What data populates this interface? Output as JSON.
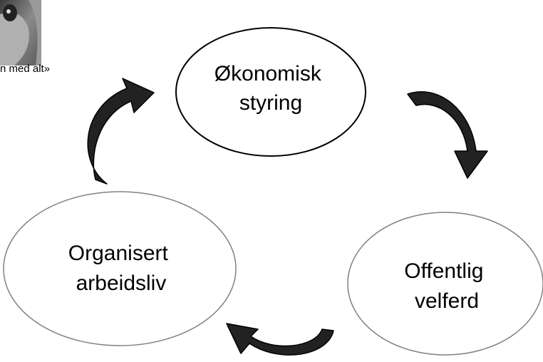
{
  "photo_caption": "n med alt»",
  "nodes": [
    {
      "id": "okonomisk",
      "lines": [
        "Økonomisk",
        "styring"
      ]
    },
    {
      "id": "offentlig",
      "lines": [
        "Offentlig",
        "velferd"
      ]
    },
    {
      "id": "organisert",
      "lines": [
        "Organisert",
        "arbeidsliv"
      ]
    }
  ],
  "colors": {
    "node_stroke": "#000000",
    "node_fill": "#ffffff",
    "arrow_fill": "#222222",
    "arrow_stroke": "#000000",
    "text": "#000000"
  }
}
